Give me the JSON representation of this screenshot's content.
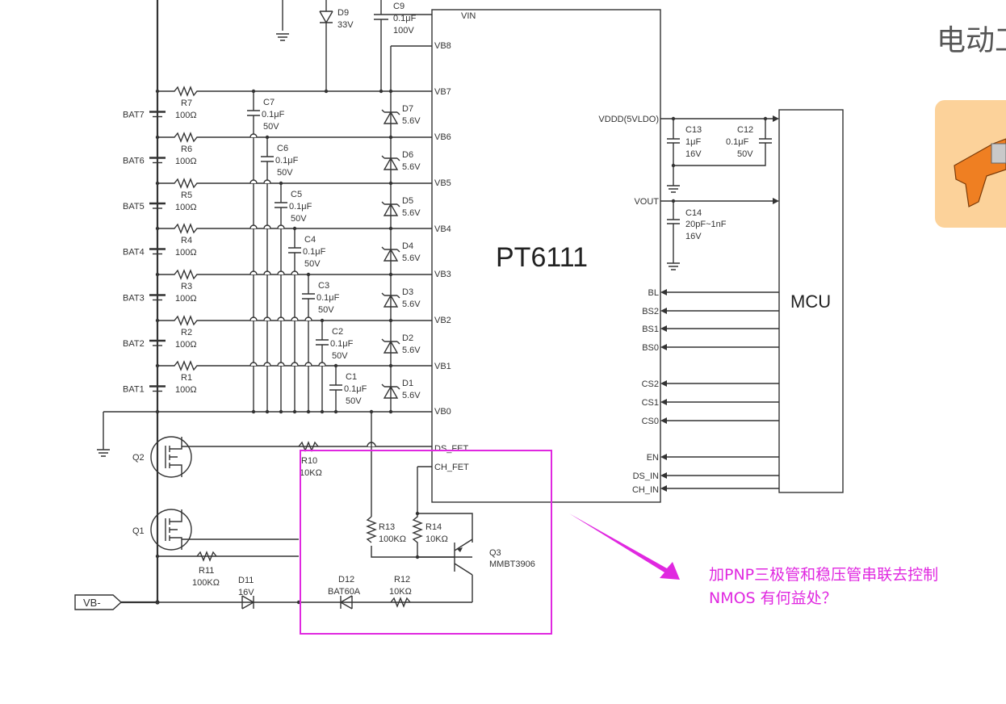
{
  "chip": {
    "name": "PT6111",
    "pins_left": [
      "VIN",
      "VB8",
      "VB7",
      "VB6",
      "VB5",
      "VB4",
      "VB3",
      "VB2",
      "VB1",
      "VB0",
      "DS_FET",
      "CH_FET"
    ],
    "pins_right": [
      "VDDD(5VLDO)",
      "VOUT",
      "BL",
      "BS2",
      "BS1",
      "BS0",
      "CS2",
      "CS1",
      "CS0",
      "EN",
      "DS_IN",
      "CH_IN"
    ]
  },
  "mcu": {
    "name": "MCU"
  },
  "cells": [
    "BAT7",
    "BAT6",
    "BAT5",
    "BAT4",
    "BAT3",
    "BAT2",
    "BAT1"
  ],
  "resistors": [
    {
      "ref": "R7",
      "val": "100Ω"
    },
    {
      "ref": "R6",
      "val": "100Ω"
    },
    {
      "ref": "R5",
      "val": "100Ω"
    },
    {
      "ref": "R4",
      "val": "100Ω"
    },
    {
      "ref": "R3",
      "val": "100Ω"
    },
    {
      "ref": "R2",
      "val": "100Ω"
    },
    {
      "ref": "R1",
      "val": "100Ω"
    }
  ],
  "caps": [
    {
      "ref": "C7",
      "val": "0.1μF",
      "v": "50V"
    },
    {
      "ref": "C6",
      "val": "0.1μF",
      "v": "50V"
    },
    {
      "ref": "C5",
      "val": "0.1μF",
      "v": "50V"
    },
    {
      "ref": "C4",
      "val": "0.1μF",
      "v": "50V"
    },
    {
      "ref": "C3",
      "val": "0.1μF",
      "v": "50V"
    },
    {
      "ref": "C2",
      "val": "0.1μF",
      "v": "50V"
    },
    {
      "ref": "C1",
      "val": "0.1μF",
      "v": "50V"
    }
  ],
  "zeners": [
    {
      "ref": "D7",
      "val": "5.6V"
    },
    {
      "ref": "D6",
      "val": "5.6V"
    },
    {
      "ref": "D5",
      "val": "5.6V"
    },
    {
      "ref": "D4",
      "val": "5.6V"
    },
    {
      "ref": "D3",
      "val": "5.6V"
    },
    {
      "ref": "D2",
      "val": "5.6V"
    },
    {
      "ref": "D1",
      "val": "5.6V"
    }
  ],
  "top": {
    "d9": {
      "ref": "D9",
      "val": "33V"
    },
    "c9": {
      "ref": "C9",
      "val": "0.1μF",
      "v": "100V"
    }
  },
  "right_caps": {
    "c13": {
      "ref": "C13",
      "val": "1μF",
      "v": "16V"
    },
    "c12": {
      "ref": "C12",
      "val": "0.1μF",
      "v": "50V"
    },
    "c14": {
      "ref": "C14",
      "val": "20pF~1nF",
      "v": "16V"
    }
  },
  "bottom": {
    "q2": "Q2",
    "q1": "Q1",
    "r10": {
      "ref": "R10",
      "val": "10KΩ"
    },
    "r11": {
      "ref": "R11",
      "val": "100KΩ"
    },
    "r13": {
      "ref": "R13",
      "val": "100KΩ"
    },
    "r14": {
      "ref": "R14",
      "val": "10KΩ"
    },
    "r12": {
      "ref": "R12",
      "val": "10KΩ"
    },
    "d11": {
      "ref": "D11",
      "val": "16V"
    },
    "d12": {
      "ref": "D12",
      "val": "BAT60A"
    },
    "q3": {
      "ref": "Q3",
      "val": "MMBT3906"
    },
    "vb": "VB-"
  },
  "annotation": {
    "line1": "加PNP三极管和稳压管串联去控制",
    "line2": "NMOS 有何益处？",
    "color": "#e028e0"
  },
  "cut_title": "电动工"
}
